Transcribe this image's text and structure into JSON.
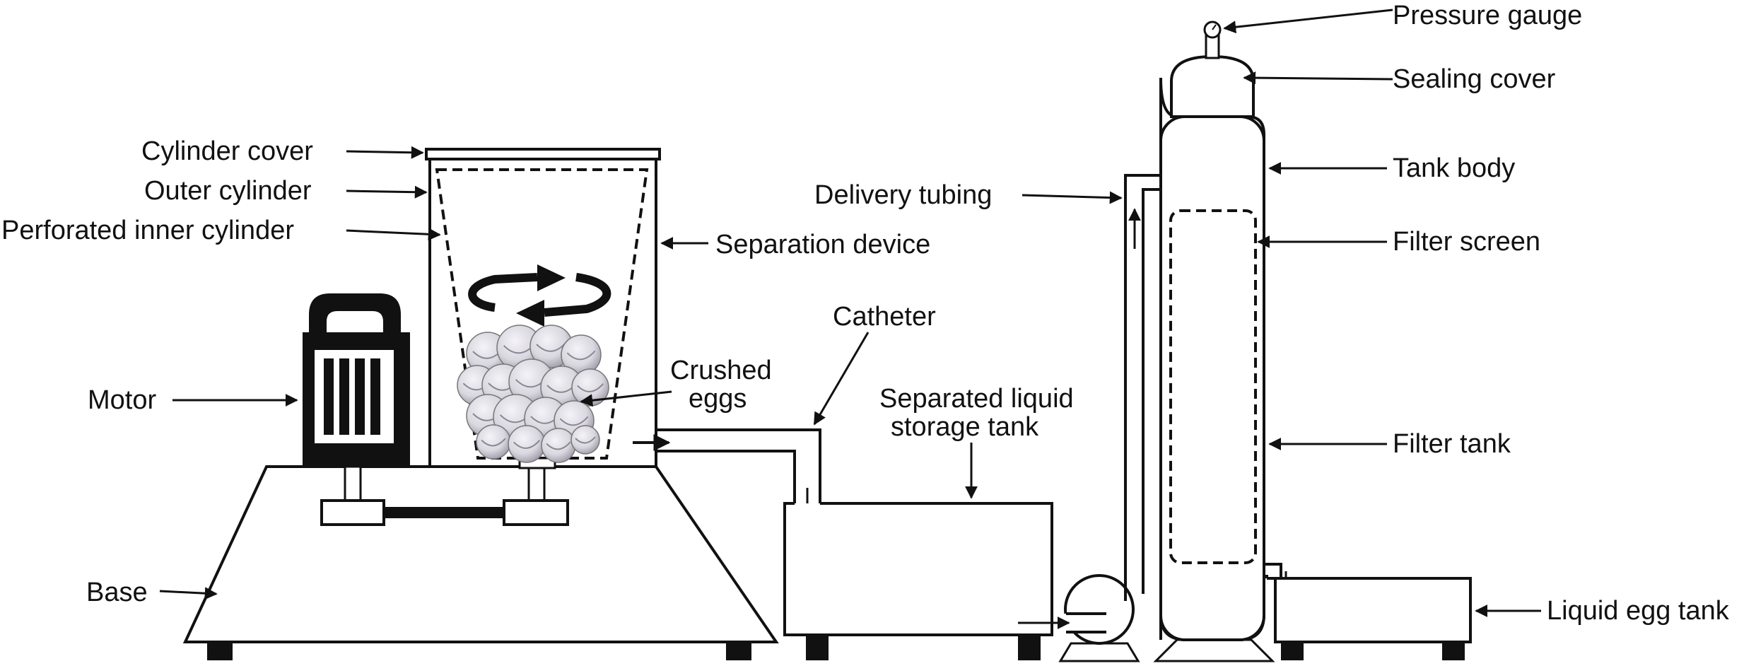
{
  "labels": {
    "pressure_gauge": "Pressure gauge",
    "sealing_cover": "Sealing cover",
    "tank_body": "Tank body",
    "filter_screen": "Filter screen",
    "filter_tank": "Filter tank",
    "liquid_egg_tank": "Liquid egg tank",
    "delivery_tubing": "Delivery tubing",
    "cylinder_cover": "Cylinder cover",
    "outer_cylinder": "Outer cylinder",
    "perforated_inner_cylinder": "Perforated inner cylinder",
    "separation_device": "Separation device",
    "motor": "Motor",
    "crushed_eggs_line1": "Crushed",
    "crushed_eggs_line2": "eggs",
    "catheter": "Catheter",
    "separated_line1": "Separated liquid",
    "separated_line2": "storage tank",
    "base": "Base"
  },
  "colors": {
    "ink": "#111111",
    "background": "#ffffff",
    "egg_fill": "#d9d7df",
    "egg_shadow": "#9c98a6"
  }
}
